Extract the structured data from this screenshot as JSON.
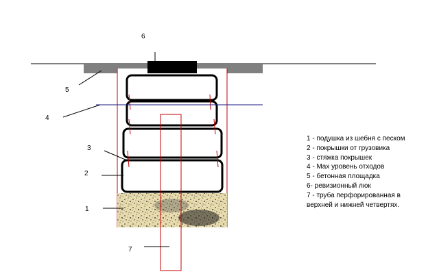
{
  "callouts": {
    "n1": "1",
    "n2": "2",
    "n3": "3",
    "n4": "4",
    "n5": "5",
    "n6": "6",
    "n7": "7"
  },
  "legend": {
    "item1": "1 - подушка из шебня с песком",
    "item2": "2 - покрышки от грузовика",
    "item3": "3 - стяжка покрышек",
    "item4": "4 - Max уровень отходов",
    "item5": "5 - бетонная площадка",
    "item6": "6- ревизионный люк",
    "item7": "7 - труба перфорированная в верхней и нижней четвертях."
  },
  "colors": {
    "ground": "#000000",
    "slab": "#808080",
    "hatch": "#000000",
    "pipe": "#c00000",
    "level": "#1a1a80",
    "ties": "#c00000",
    "gravel": "#d8c89a"
  }
}
